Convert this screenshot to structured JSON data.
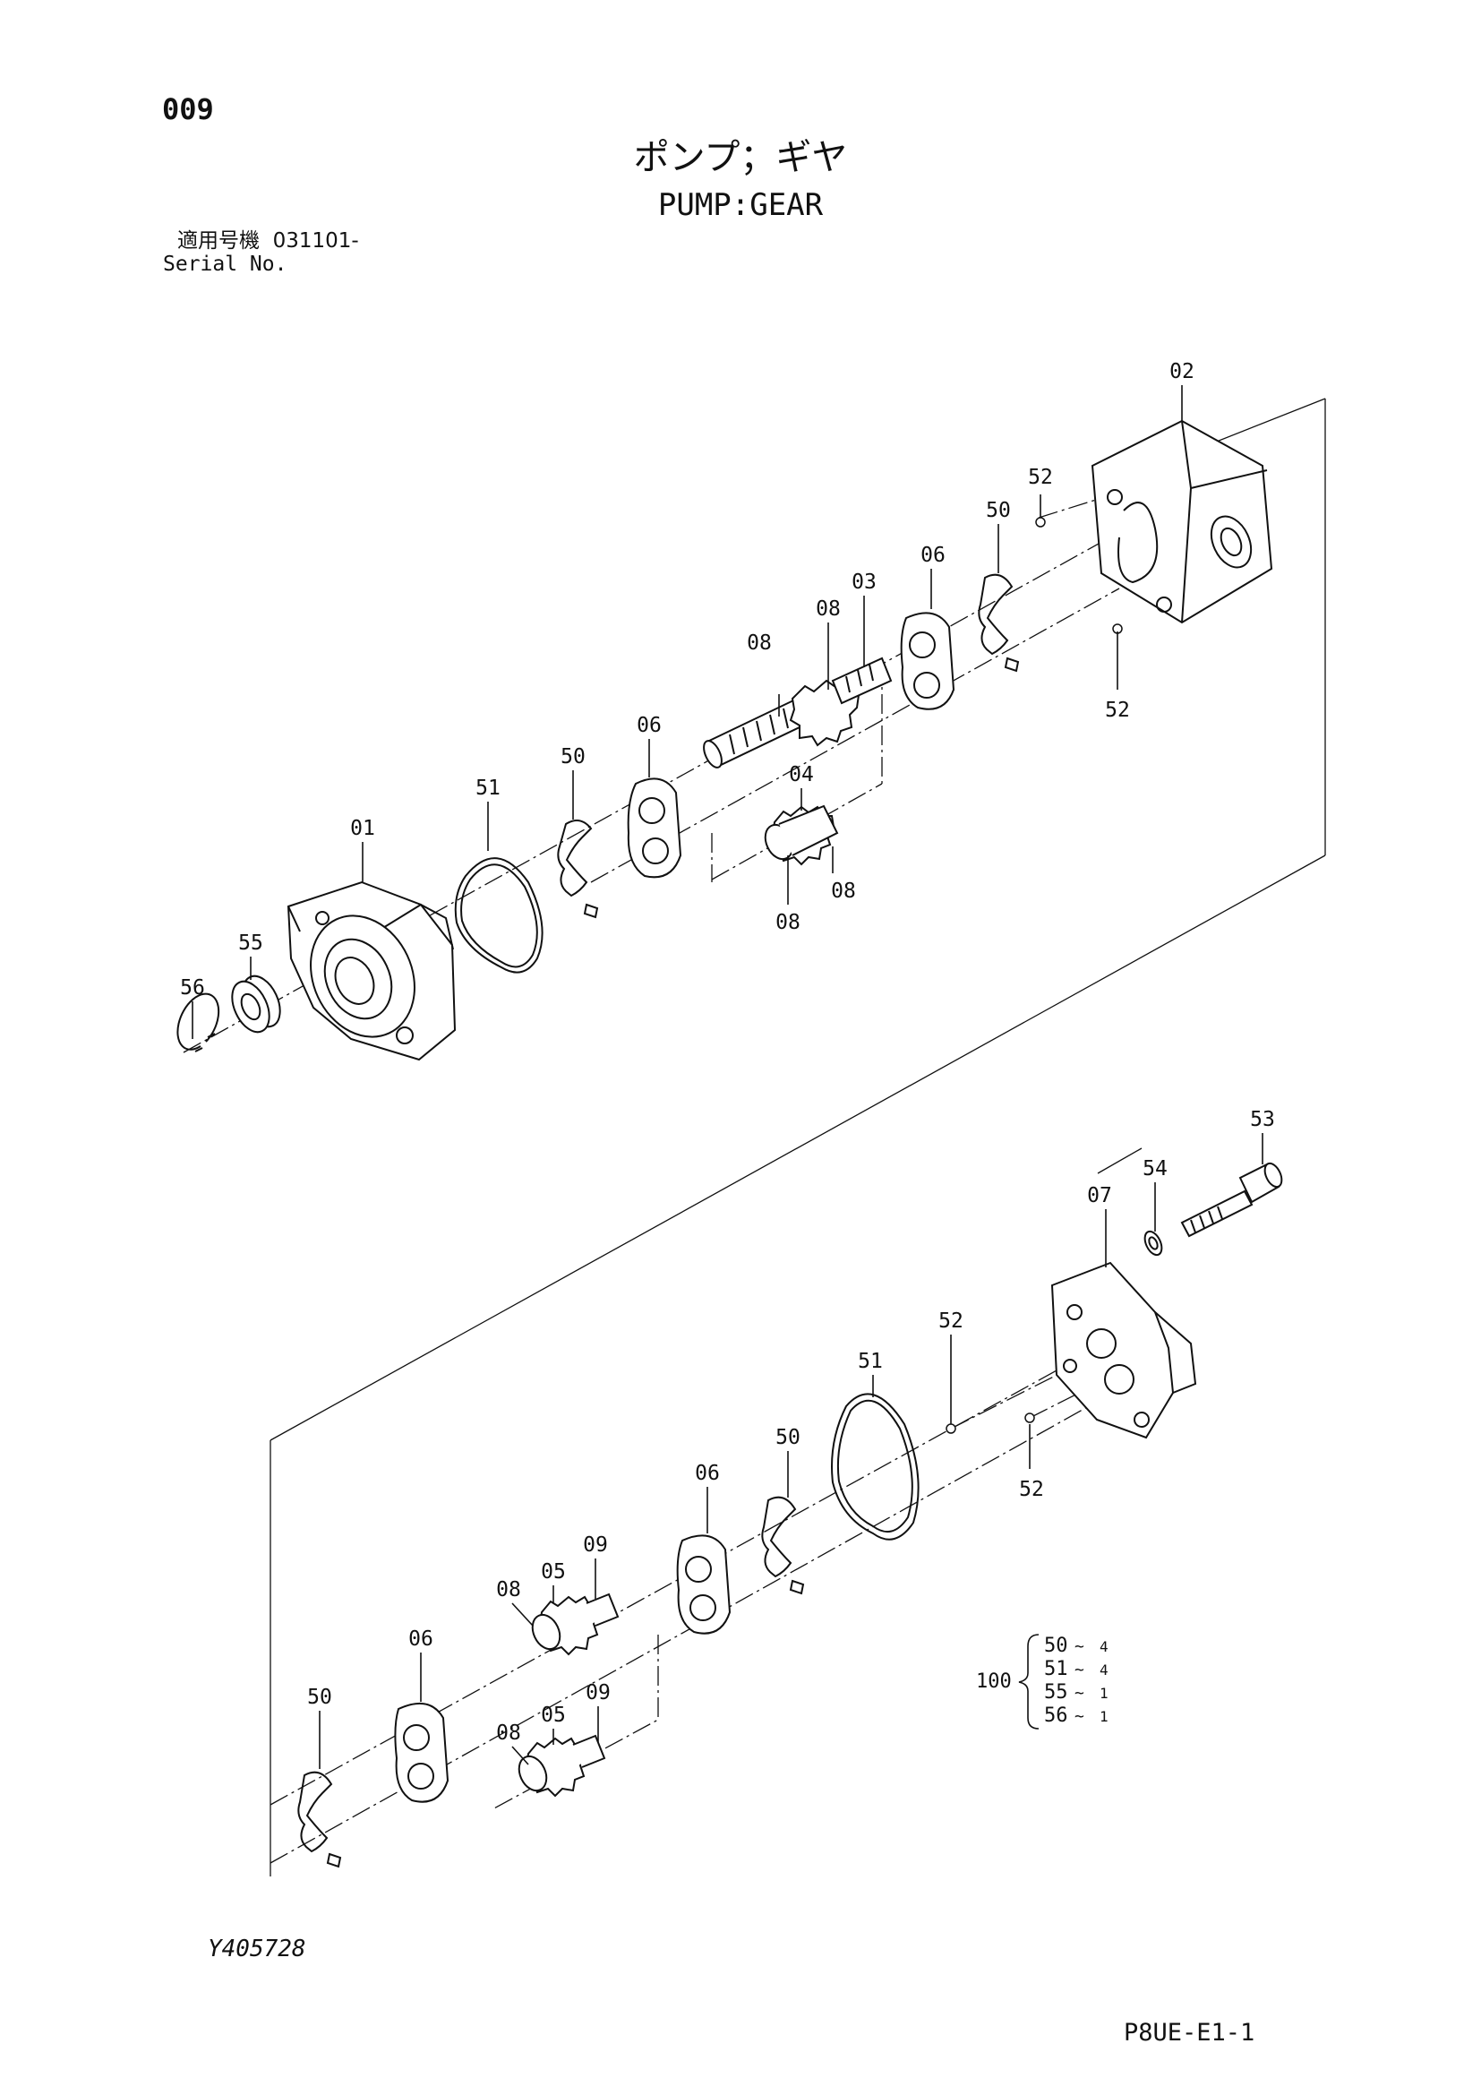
{
  "header": {
    "page_number": "009",
    "title_jp": "ポンプ；ギヤ",
    "title_en": "PUMP:GEAR",
    "serial_label_jp": "適用号機",
    "serial_from": "031101-",
    "serial_label_en": "Serial No."
  },
  "labels": {
    "l01": "01",
    "l02": "02",
    "l03": "03",
    "l04": "04",
    "l06a": "06",
    "l08a": "08",
    "l08b": "08",
    "l08c": "08",
    "l08d": "08",
    "l50a": "50",
    "l50b": "50",
    "l51a": "51",
    "l52a": "52",
    "l52b": "52",
    "l55": "55",
    "l56": "56",
    "l53": "53",
    "l54": "54",
    "l07": "07",
    "l52c": "52",
    "l52d": "52",
    "l51b": "51",
    "l50c": "50",
    "l06b": "06",
    "l09a": "09",
    "l05a": "05",
    "l08e": "08",
    "l06c": "06",
    "l50d": "50",
    "l08f": "08",
    "l05b": "05",
    "l09b": "09",
    "l06d": "06"
  },
  "kit": {
    "kit_number": "100",
    "items": [
      {
        "part": "50",
        "qty": "4"
      },
      {
        "part": "51",
        "qty": "4"
      },
      {
        "part": "55",
        "qty": "1"
      },
      {
        "part": "56",
        "qty": "1"
      }
    ]
  },
  "footer": {
    "illustration_code": "Y405728",
    "page_code": "P8UE-E1-1"
  }
}
